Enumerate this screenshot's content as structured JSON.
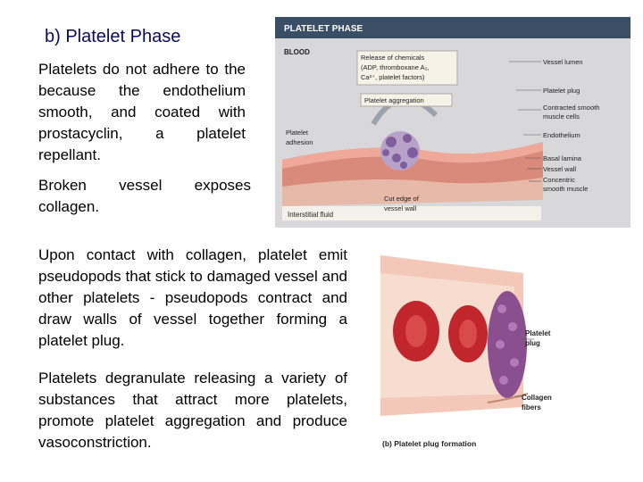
{
  "slide": {
    "title": "b) Platelet Phase",
    "paragraphs": [
      "Platelets do not adhere to the because the endothelium smooth, and coated with prostacyclin, a platelet repellant.",
      "Broken vessel exposes collagen.",
      "Upon contact with collagen, platelet emit pseudopods that stick to damaged vessel and other platelets - pseudopods contract and draw walls of vessel together forming a platelet plug.",
      "Platelets degranulate releasing a variety of substances that attract more platelets, promote platelet aggregation and produce vasoconstriction."
    ]
  },
  "figure1": {
    "header": "PLATELET PHASE",
    "blood": "BLOOD",
    "release_line1": "Release of chemicals",
    "release_line2": "(ADP, thromboxane A₂,",
    "release_line3": "Ca²⁺, platelet factors)",
    "aggregation": "Platelet aggregation",
    "adhesion_line1": "Platelet",
    "adhesion_line2": "adhesion",
    "interstitial": "Interstitial fluid",
    "cut_line1": "Cut edge of",
    "cut_line2": "vessel wall",
    "labels": [
      "Vessel lumen",
      "Platelet plug",
      "Contracted smooth",
      "muscle cells",
      "Endothelium",
      "Basal lamina",
      "Vessel wall",
      "Concentric",
      "smooth muscle"
    ]
  },
  "figure2": {
    "plug_line1": "Platelet",
    "plug_line2": "plug",
    "collagen_line1": "Collagen",
    "collagen_line2": "fibers",
    "caption": "(b) Platelet plug formation"
  }
}
